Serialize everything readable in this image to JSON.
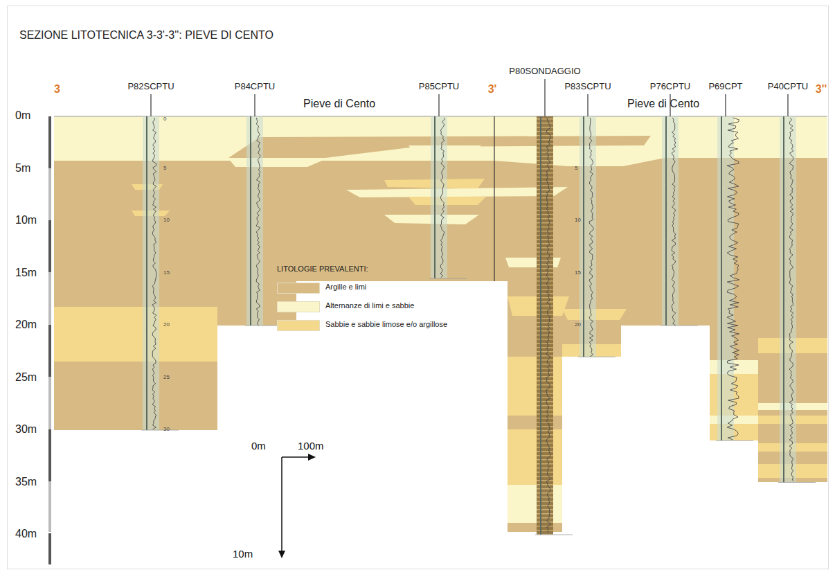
{
  "diagram": {
    "title": "SEZIONE LITOTECNICA 3-3'-3'': PIEVE DI CENTO",
    "labels": [
      "3",
      "3'",
      "3''",
      "P82SCPTU",
      "P84CPTU",
      "P85CPTU",
      "P80SONDAGGIO",
      "P83SCPTU",
      "P76CPTU",
      "P69CPT",
      "P40CPTU",
      "Pieve di Cento",
      "Pieve di Cento",
      "0m",
      "5m",
      "10m",
      "15m",
      "20m",
      "25m",
      "30m",
      "35m",
      "40m",
      "LITOLOGIE PREVALENTI:",
      "0m",
      "100m",
      "10m",
      "0",
      "5",
      "10",
      "15",
      "20",
      "25",
      "30",
      "5",
      "10",
      "15",
      "20"
    ],
    "legend": [
      {
        "text": "Argille e limi",
        "color": "#d8bb84"
      },
      {
        "text": "Alternanze di limi e sabbie",
        "color": "#fbf6c9"
      },
      {
        "text": "Sabbie e sabbie limose e/o argillose",
        "color": "#f4d98c"
      }
    ]
  }
}
